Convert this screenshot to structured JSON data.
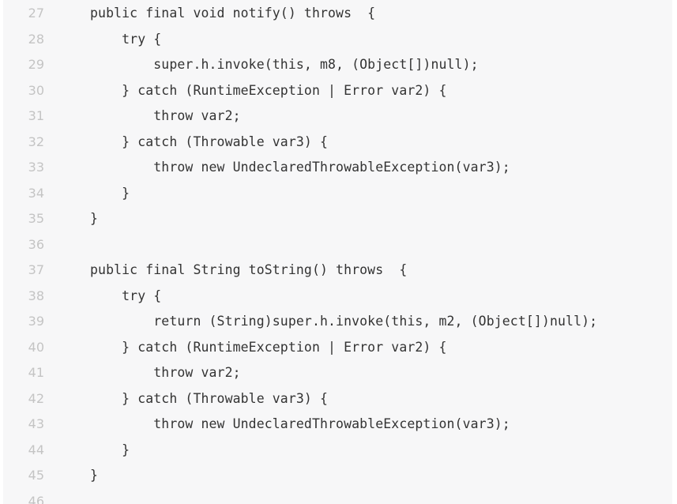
{
  "code": {
    "lines": [
      {
        "number": "27",
        "text": "public final void notify() throws  {"
      },
      {
        "number": "28",
        "text": "    try {"
      },
      {
        "number": "29",
        "text": "        super.h.invoke(this, m8, (Object[])null);"
      },
      {
        "number": "30",
        "text": "    } catch (RuntimeException | Error var2) {"
      },
      {
        "number": "31",
        "text": "        throw var2;"
      },
      {
        "number": "32",
        "text": "    } catch (Throwable var3) {"
      },
      {
        "number": "33",
        "text": "        throw new UndeclaredThrowableException(var3);"
      },
      {
        "number": "34",
        "text": "    }"
      },
      {
        "number": "35",
        "text": "}"
      },
      {
        "number": "36",
        "text": ""
      },
      {
        "number": "37",
        "text": "public final String toString() throws  {"
      },
      {
        "number": "38",
        "text": "    try {"
      },
      {
        "number": "39",
        "text": "        return (String)super.h.invoke(this, m2, (Object[])null);"
      },
      {
        "number": "40",
        "text": "    } catch (RuntimeException | Error var2) {"
      },
      {
        "number": "41",
        "text": "        throw var2;"
      },
      {
        "number": "42",
        "text": "    } catch (Throwable var3) {"
      },
      {
        "number": "43",
        "text": "        throw new UndeclaredThrowableException(var3);"
      },
      {
        "number": "44",
        "text": "    }"
      },
      {
        "number": "45",
        "text": "}"
      },
      {
        "number": "46",
        "text": ""
      }
    ]
  }
}
